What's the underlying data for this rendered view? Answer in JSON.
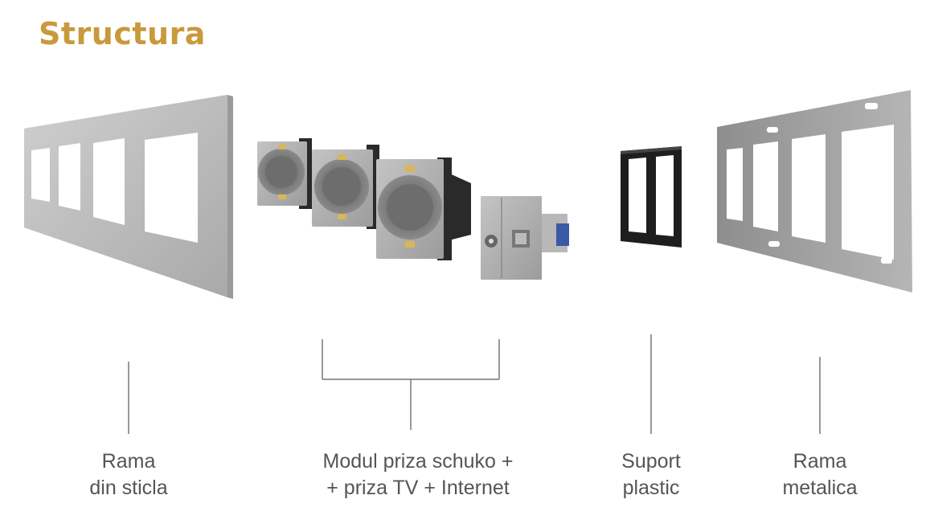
{
  "title": "Structura",
  "components": [
    {
      "line1": "Rama",
      "line2": "din sticla"
    },
    {
      "line1": "Modul priza schuko +",
      "line2": "+ priza TV + Internet"
    },
    {
      "line1": "Suport",
      "line2": "plastic"
    },
    {
      "line1": "Rama",
      "line2": "metalica"
    }
  ],
  "colors": {
    "title": "#c9993b",
    "label": "#555555",
    "line": "#777777"
  }
}
